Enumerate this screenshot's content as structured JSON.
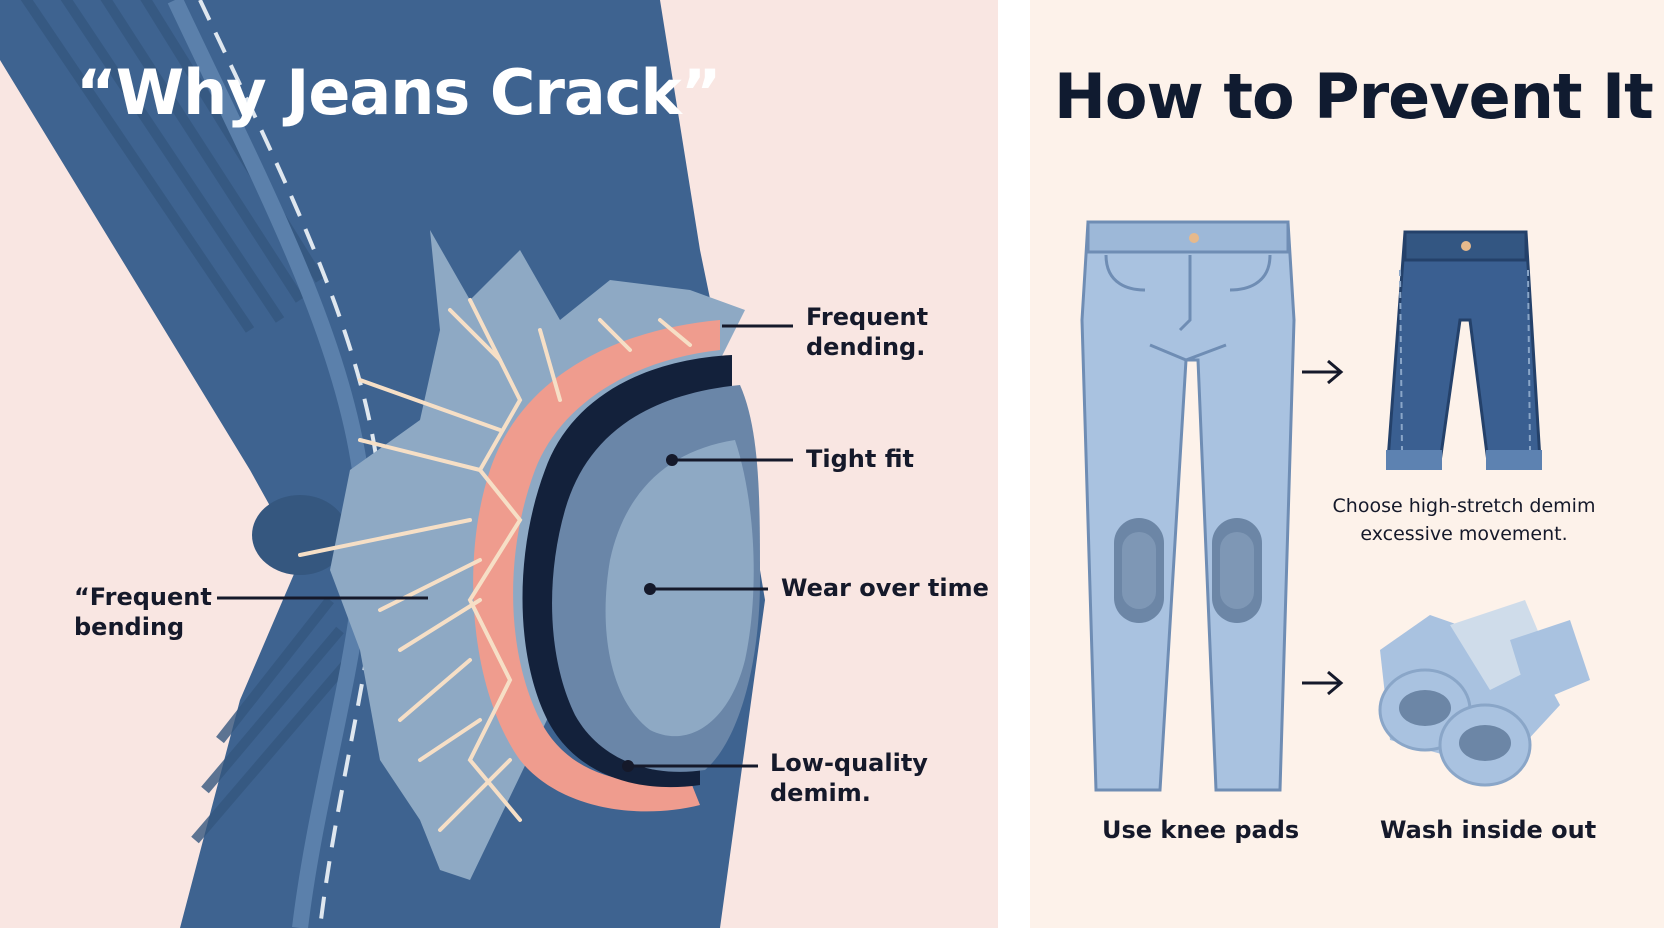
{
  "left": {
    "title": "“Why Jeans Crack”",
    "labels": {
      "frequent_dending": "Frequent\ndending.",
      "tight_fit": "Tight fit",
      "wear_over_time": "Wear over time",
      "low_quality": "Low-quality\ndemim.",
      "frequent_bending": "“Frequent\nbending"
    },
    "colors": {
      "background": "#f9e6e2",
      "denim_dark": "#3e6390",
      "denim_light": "#8ea9c4",
      "fray": "#f6dfc6",
      "lining_pink": "#ef9c8e",
      "knee_navy": "#13213b"
    }
  },
  "right": {
    "title": "How to Prevent It",
    "steps": [
      {
        "caption": "Use knee pads",
        "icon": "knee-patched-jeans-icon"
      },
      {
        "caption": "Choose high-stretch demim\nexcessive movement.",
        "icon": "stretch-denim-shorts-icon"
      },
      {
        "caption": "Wash inside out",
        "icon": "rolled-jeans-icon"
      }
    ],
    "colors": {
      "background": "#fdf2ea",
      "jeans_light": "#a9c2e0",
      "jeans_dark": "#3a5f91",
      "patch": "#6c86a6"
    }
  }
}
